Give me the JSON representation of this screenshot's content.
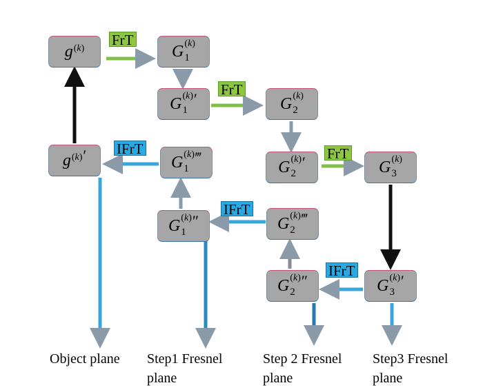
{
  "nodes": {
    "g": {
      "base": "g",
      "sup": "(k)",
      "sub": "",
      "primes": ""
    },
    "gp": {
      "base": "g",
      "sup": "(k)",
      "sub": "",
      "primes": "′"
    },
    "G1": {
      "base": "G",
      "sup": "(k)",
      "sub": "1",
      "primes": ""
    },
    "G1p": {
      "base": "G",
      "sup": "(k)",
      "sub": "1",
      "primes": "′"
    },
    "G1pp": {
      "base": "G",
      "sup": "(k)",
      "sub": "1",
      "primes": "″"
    },
    "G1ppp": {
      "base": "G",
      "sup": "(k)",
      "sub": "1",
      "primes": "‴"
    },
    "G2": {
      "base": "G",
      "sup": "(k)",
      "sub": "2",
      "primes": ""
    },
    "G2p": {
      "base": "G",
      "sup": "(k)",
      "sub": "2",
      "primes": "′"
    },
    "G2pp": {
      "base": "G",
      "sup": "(k)",
      "sub": "2",
      "primes": "″"
    },
    "G2ppp": {
      "base": "G",
      "sup": "(k)",
      "sub": "2",
      "primes": "‴"
    },
    "G3": {
      "base": "G",
      "sup": "(k)",
      "sub": "3",
      "primes": ""
    },
    "G3p": {
      "base": "G",
      "sup": "(k)",
      "sub": "3",
      "primes": "′"
    }
  },
  "transforms": {
    "forward": "FrT",
    "inverse": "IFrT"
  },
  "planes": {
    "object": "Object plane",
    "step1_line1": "Step1  Fresnel",
    "step1_line2": "plane",
    "step2_line1": "Step 2  Fresnel",
    "step2_line2": "plane",
    "step3_line1": "Step3  Fresnel",
    "step3_line2": "plane"
  },
  "colors": {
    "node": "#a6a6a6",
    "forward": "#8dc63f",
    "inverse": "#29a9e1"
  }
}
